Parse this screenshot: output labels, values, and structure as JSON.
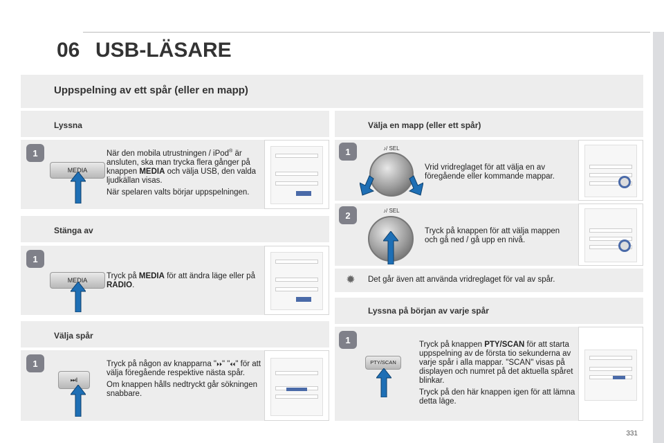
{
  "header": {
    "chapter_number": "06",
    "chapter_title": "USB-LÄSARE"
  },
  "main": {
    "section_title": "Uppspelning av ett spår (eller en mapp)"
  },
  "left": {
    "lyssna": {
      "title": "Lyssna",
      "step": "1",
      "button_label": "MEDIA",
      "text_p1_a": "När den mobila utrustningen / iPod",
      "text_p1_sup": "®",
      "text_p1_b": " är ansluten, ska man trycka flera gånger på knappen ",
      "text_p1_bold": "MEDIA",
      "text_p1_c": " och välja USB, den valda ljudkällan visas.",
      "text_p2": "När spelaren valts börjar uppspelningen."
    },
    "stanga": {
      "title": "Stänga av",
      "step": "1",
      "button_label": "MEDIA",
      "text_a": "Tryck på ",
      "text_bold1": "MEDIA",
      "text_b": " för att ändra läge eller på ",
      "text_bold2": "RADIO",
      "text_c": "."
    },
    "valja_spar": {
      "title": "Välja spår",
      "step": "1",
      "button_label": "⏭I",
      "text_p1_a": "Tryck på någon av knapparna \"",
      "text_p1_sym1": "⏵⏵",
      "text_p1_b": "\" \"",
      "text_p1_sym2": "⏴⏴",
      "text_p1_c": "\" för att välja föregående respektive nästa spår.",
      "text_p2": "Om knappen hålls nedtryckt går sökningen snabbare."
    }
  },
  "right": {
    "valja_mapp": {
      "title": "Välja en mapp (eller ett spår)",
      "step1": "1",
      "step2": "2",
      "knob_label": "♪/ SEL",
      "text1": "Vrid vridreglaget för att välja en av föregående eller kommande mappar.",
      "text2": "Tryck på knappen för att välja mappen och gå ned / gå upp en nivå.",
      "tip": "Det går även att använda vridreglaget för val av spår."
    },
    "borjan": {
      "title": "Lyssna på början av varje spår",
      "step": "1",
      "button_label": "PTY/SCAN",
      "text_p1_a": "Tryck på knappen ",
      "text_p1_bold": "PTY/SCAN",
      "text_p1_b": " för att starta uppspelning av de första tio sekunderna av varje spår i alla mappar. \"SCAN\" visas på displayen och numret på det aktuella spåret blinkar.",
      "text_p2": "Tryck på den här knappen igen för att lämna detta läge."
    }
  },
  "footer": {
    "page_number": "331"
  }
}
